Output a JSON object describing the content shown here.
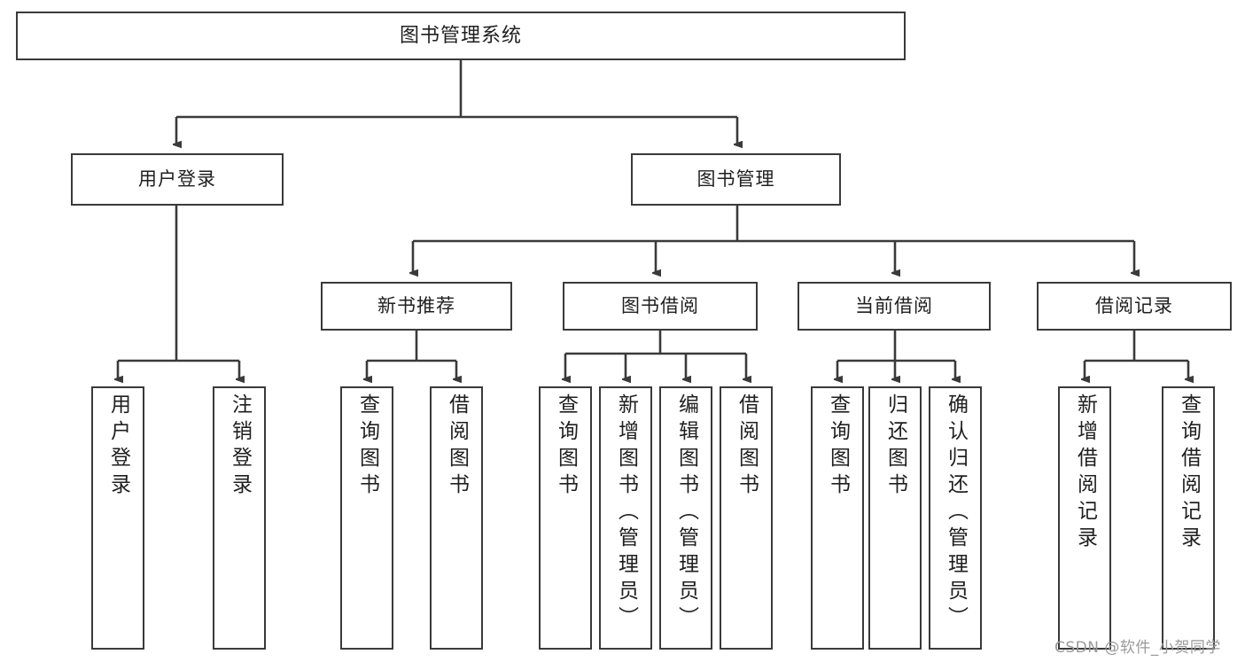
{
  "diagram": {
    "type": "tree",
    "title": "图书管理系统",
    "root": {
      "label": "图书管理系统"
    },
    "level2": [
      {
        "label": "用户登录"
      },
      {
        "label": "图书管理"
      }
    ],
    "level3": [
      {
        "label": "新书推荐"
      },
      {
        "label": "图书借阅"
      },
      {
        "label": "当前借阅"
      },
      {
        "label": "借阅记录"
      }
    ],
    "leaves": {
      "user_login": [
        {
          "label": "用户登录"
        },
        {
          "label": "注销登录"
        }
      ],
      "new_book_recommend": [
        {
          "label": "查询图书"
        },
        {
          "label": "借阅图书"
        }
      ],
      "book_borrow": [
        {
          "label": "查询图书"
        },
        {
          "label": "新增图书（管理员）"
        },
        {
          "label": "编辑图书（管理员）"
        },
        {
          "label": "借阅图书"
        }
      ],
      "current_borrow": [
        {
          "label": "查询图书"
        },
        {
          "label": "归还图书"
        },
        {
          "label": "确认归还（管理员）"
        }
      ],
      "borrow_record": [
        {
          "label": "新增借阅记录"
        },
        {
          "label": "查询借阅记录"
        }
      ]
    }
  },
  "watermark": {
    "text": "CSDN @软件_小贺同学"
  },
  "colors": {
    "line": "#3a3a3a",
    "box_border": "#3a3a3a",
    "box_fill": "#ffffff",
    "text": "#1f1f1f",
    "watermark": "#9a9a9a",
    "background": "#ffffff"
  }
}
